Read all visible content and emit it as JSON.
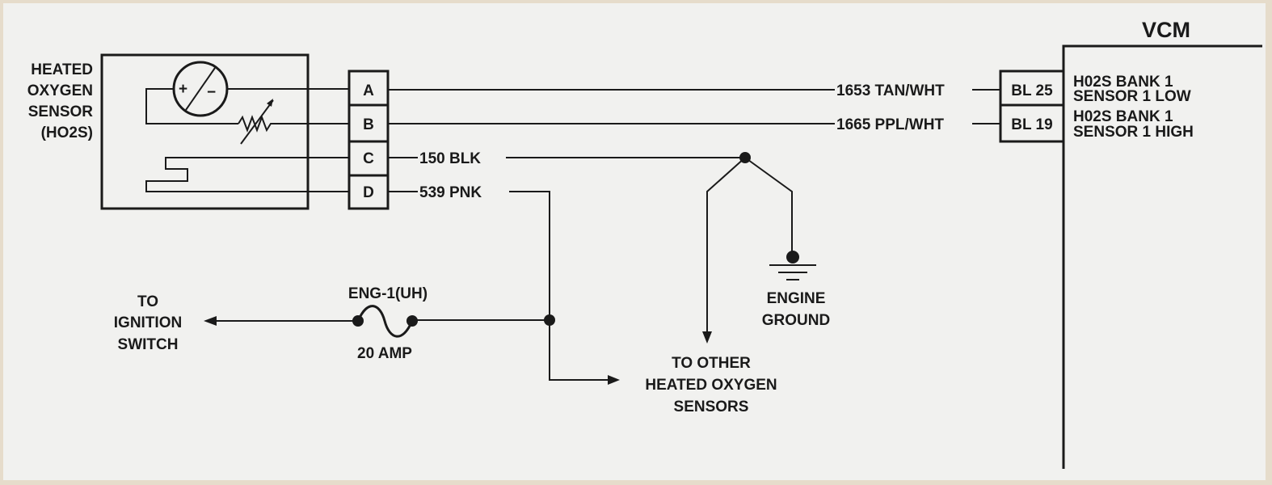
{
  "sensor": {
    "label_lines": [
      "HEATED",
      "OXYGEN",
      "SENSOR",
      "(HO2S)"
    ],
    "pins": [
      "A",
      "B",
      "C",
      "D"
    ],
    "cell_symbol": "+/−"
  },
  "wires": {
    "a": "1653 TAN/WHT",
    "b": "1665 PPL/WHT",
    "c": "150 BLK",
    "d": "539 PNK"
  },
  "vcm": {
    "title": "VCM",
    "terminals": [
      {
        "pin": "BL 25",
        "desc": [
          "H02S BANK 1",
          "SENSOR 1 LOW"
        ]
      },
      {
        "pin": "BL 19",
        "desc": [
          "H02S BANK 1",
          "SENSOR 1 HIGH"
        ]
      }
    ]
  },
  "fuse": {
    "name": "ENG-1(UH)",
    "rating": "20 AMP"
  },
  "ground": {
    "label_lines": [
      "ENGINE",
      "GROUND"
    ]
  },
  "ignition": {
    "label_lines": [
      "TO",
      "IGNITION",
      "SWITCH"
    ]
  },
  "other_sensors": {
    "label_lines": [
      "TO OTHER",
      "HEATED OXYGEN",
      "SENSORS"
    ]
  },
  "colors": {
    "background": "#f1f1ef",
    "border": "#e6dccb",
    "ink": "#1a1a1a"
  }
}
